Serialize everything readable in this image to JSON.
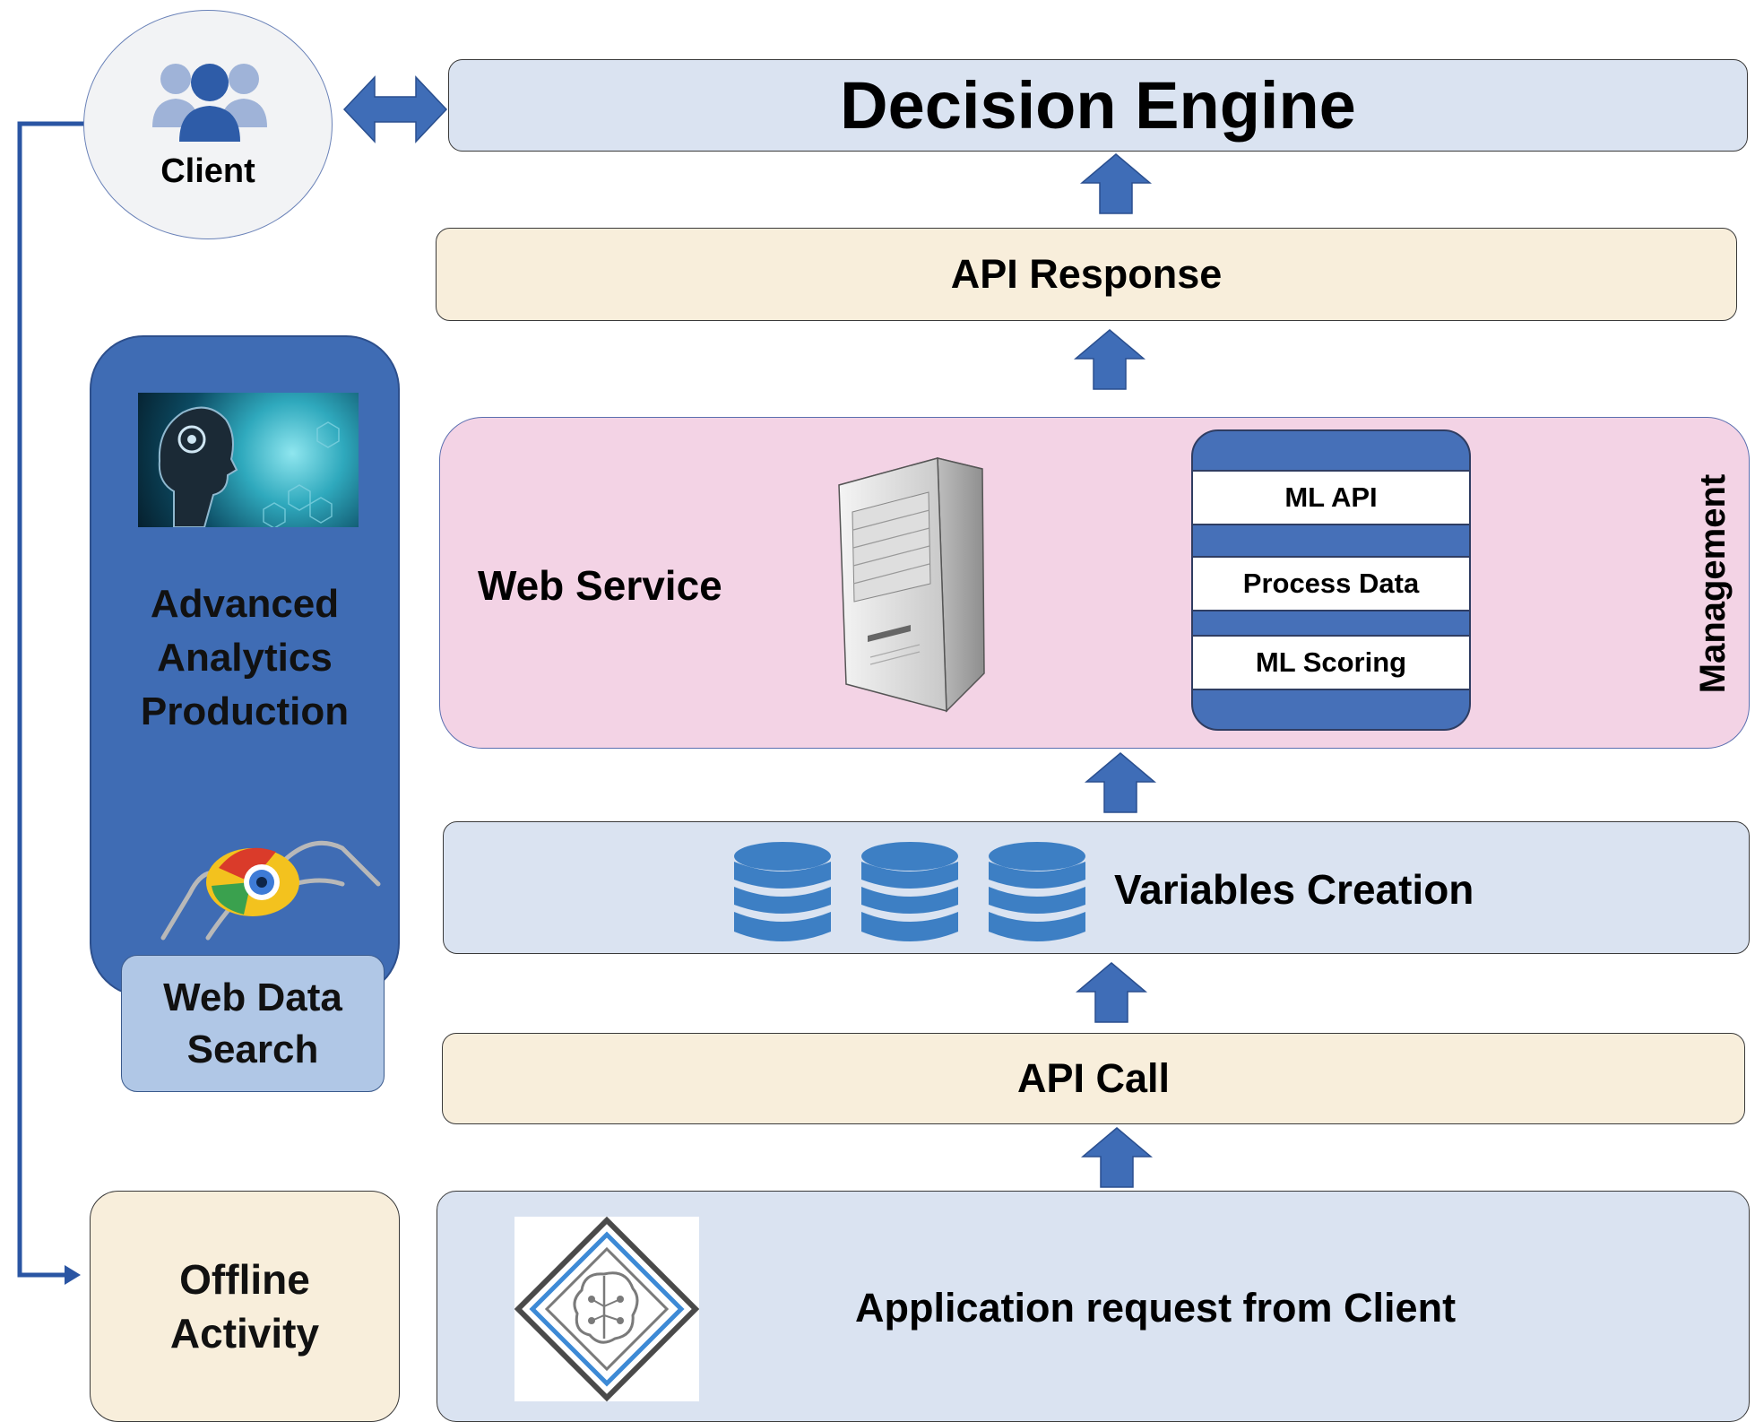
{
  "client": {
    "label": "Client"
  },
  "decision_engine": {
    "label": "Decision Engine"
  },
  "api_response": {
    "label": "API Response"
  },
  "web_service": {
    "label": "Web Service",
    "stack": [
      "ML API",
      "Process Data",
      "ML Scoring"
    ],
    "side_label": "Management"
  },
  "variables_creation": {
    "label": "Variables Creation"
  },
  "api_call": {
    "label": "API Call"
  },
  "application_request": {
    "label": "Application request from Client"
  },
  "left_panel": {
    "title_line1": "Advanced",
    "title_line2": "Analytics",
    "title_line3": "Production",
    "web_data_line1": "Web Data",
    "web_data_line2": "Search"
  },
  "offline": {
    "line1": "Offline",
    "line2": "Activity"
  },
  "colors": {
    "arrow_blue": "#3f6db7",
    "panel_blue": "#3f6cb4",
    "layer_blue": "#dae3f1",
    "layer_tan": "#f8eedb",
    "layer_pink": "#f3d3e5",
    "connector": "#2a55a3"
  }
}
